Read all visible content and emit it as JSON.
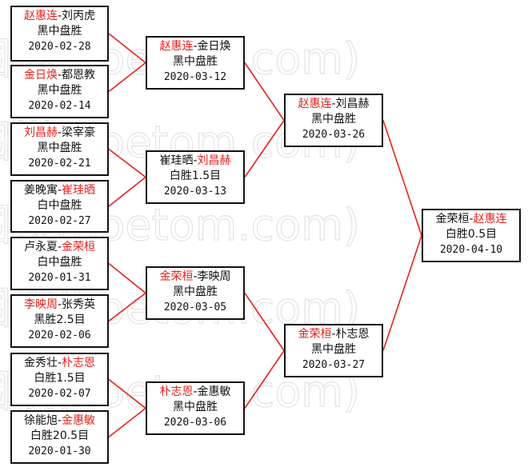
{
  "watermark": "围棋(hoetom.com)",
  "matches": [
    {
      "p1": "赵惠连",
      "p2": "刘丙虎",
      "winner": 1,
      "result": "黑中盘胜",
      "date": "2020-02-28"
    },
    {
      "p1": "金日焕",
      "p2": "都恩教",
      "winner": 1,
      "result": "黑中盘胜",
      "date": "2020-02-14"
    },
    {
      "p1": "刘昌赫",
      "p2": "梁宰豪",
      "winner": 1,
      "result": "黑中盘胜",
      "date": "2020-02-21"
    },
    {
      "p1": "姜晚寓",
      "p2": "崔珪晒",
      "winner": 2,
      "result": "白中盘胜",
      "date": "2020-02-27"
    },
    {
      "p1": "卢永夏",
      "p2": "金荣桓",
      "winner": 2,
      "result": "白中盘胜",
      "date": "2020-01-31"
    },
    {
      "p1": "李映周",
      "p2": "张秀英",
      "winner": 1,
      "result": "黑胜2.5目",
      "date": "2020-02-06"
    },
    {
      "p1": "金秀壮",
      "p2": "朴志恩",
      "winner": 2,
      "result": "白胜1.5目",
      "date": "2020-02-07"
    },
    {
      "p1": "徐能旭",
      "p2": "金惠敏",
      "winner": 2,
      "result": "白胜20.5目",
      "date": "2020-01-30"
    },
    {
      "p1": "赵惠连",
      "p2": "金日焕",
      "winner": 1,
      "result": "黑中盘胜",
      "date": "2020-03-12"
    },
    {
      "p1": "崔珪晒",
      "p2": "刘昌赫",
      "winner": 2,
      "result": "白胜1.5目",
      "date": "2020-03-13"
    },
    {
      "p1": "金荣桓",
      "p2": "李映周",
      "winner": 1,
      "result": "黑中盘胜",
      "date": "2020-03-05"
    },
    {
      "p1": "朴志恩",
      "p2": "金惠敏",
      "winner": 1,
      "result": "黑中盘胜",
      "date": "2020-03-06"
    },
    {
      "p1": "赵惠连",
      "p2": "刘昌赫",
      "winner": 1,
      "result": "黑中盘胜",
      "date": "2020-03-26"
    },
    {
      "p1": "金荣桓",
      "p2": "朴志恩",
      "winner": 1,
      "result": "黑中盘胜",
      "date": "2020-03-27"
    },
    {
      "p1": "金荣桓",
      "p2": "赵惠连",
      "winner": 2,
      "result": "白胜0.5目",
      "date": "2020-04-10"
    }
  ],
  "colors": {
    "winner": "#e8211c",
    "connector": "#e8211c",
    "border": "#111111",
    "watermark": "#e3e3e3"
  }
}
